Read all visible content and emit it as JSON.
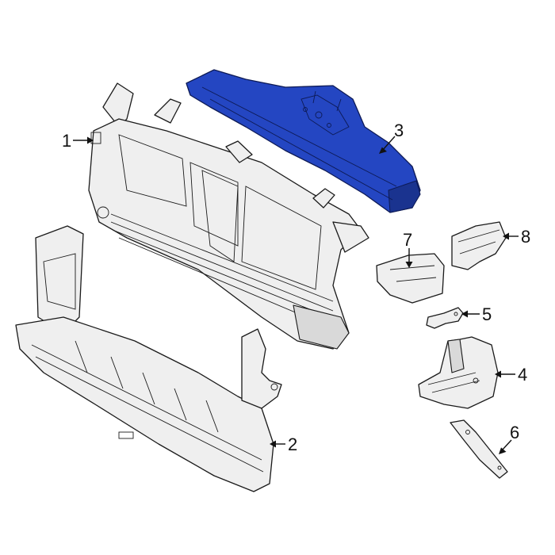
{
  "callouts": [
    {
      "id": "1",
      "label": "1"
    },
    {
      "id": "2",
      "label": "2"
    },
    {
      "id": "3",
      "label": "3"
    },
    {
      "id": "4",
      "label": "4"
    },
    {
      "id": "5",
      "label": "5"
    },
    {
      "id": "6",
      "label": "6"
    },
    {
      "id": "7",
      "label": "7"
    },
    {
      "id": "8",
      "label": "8"
    }
  ],
  "colors": {
    "highlight": "#2446c2",
    "outline": "#1a1a1a",
    "part_fill": "#efefef",
    "background": "#ffffff"
  },
  "highlighted_part": "3"
}
